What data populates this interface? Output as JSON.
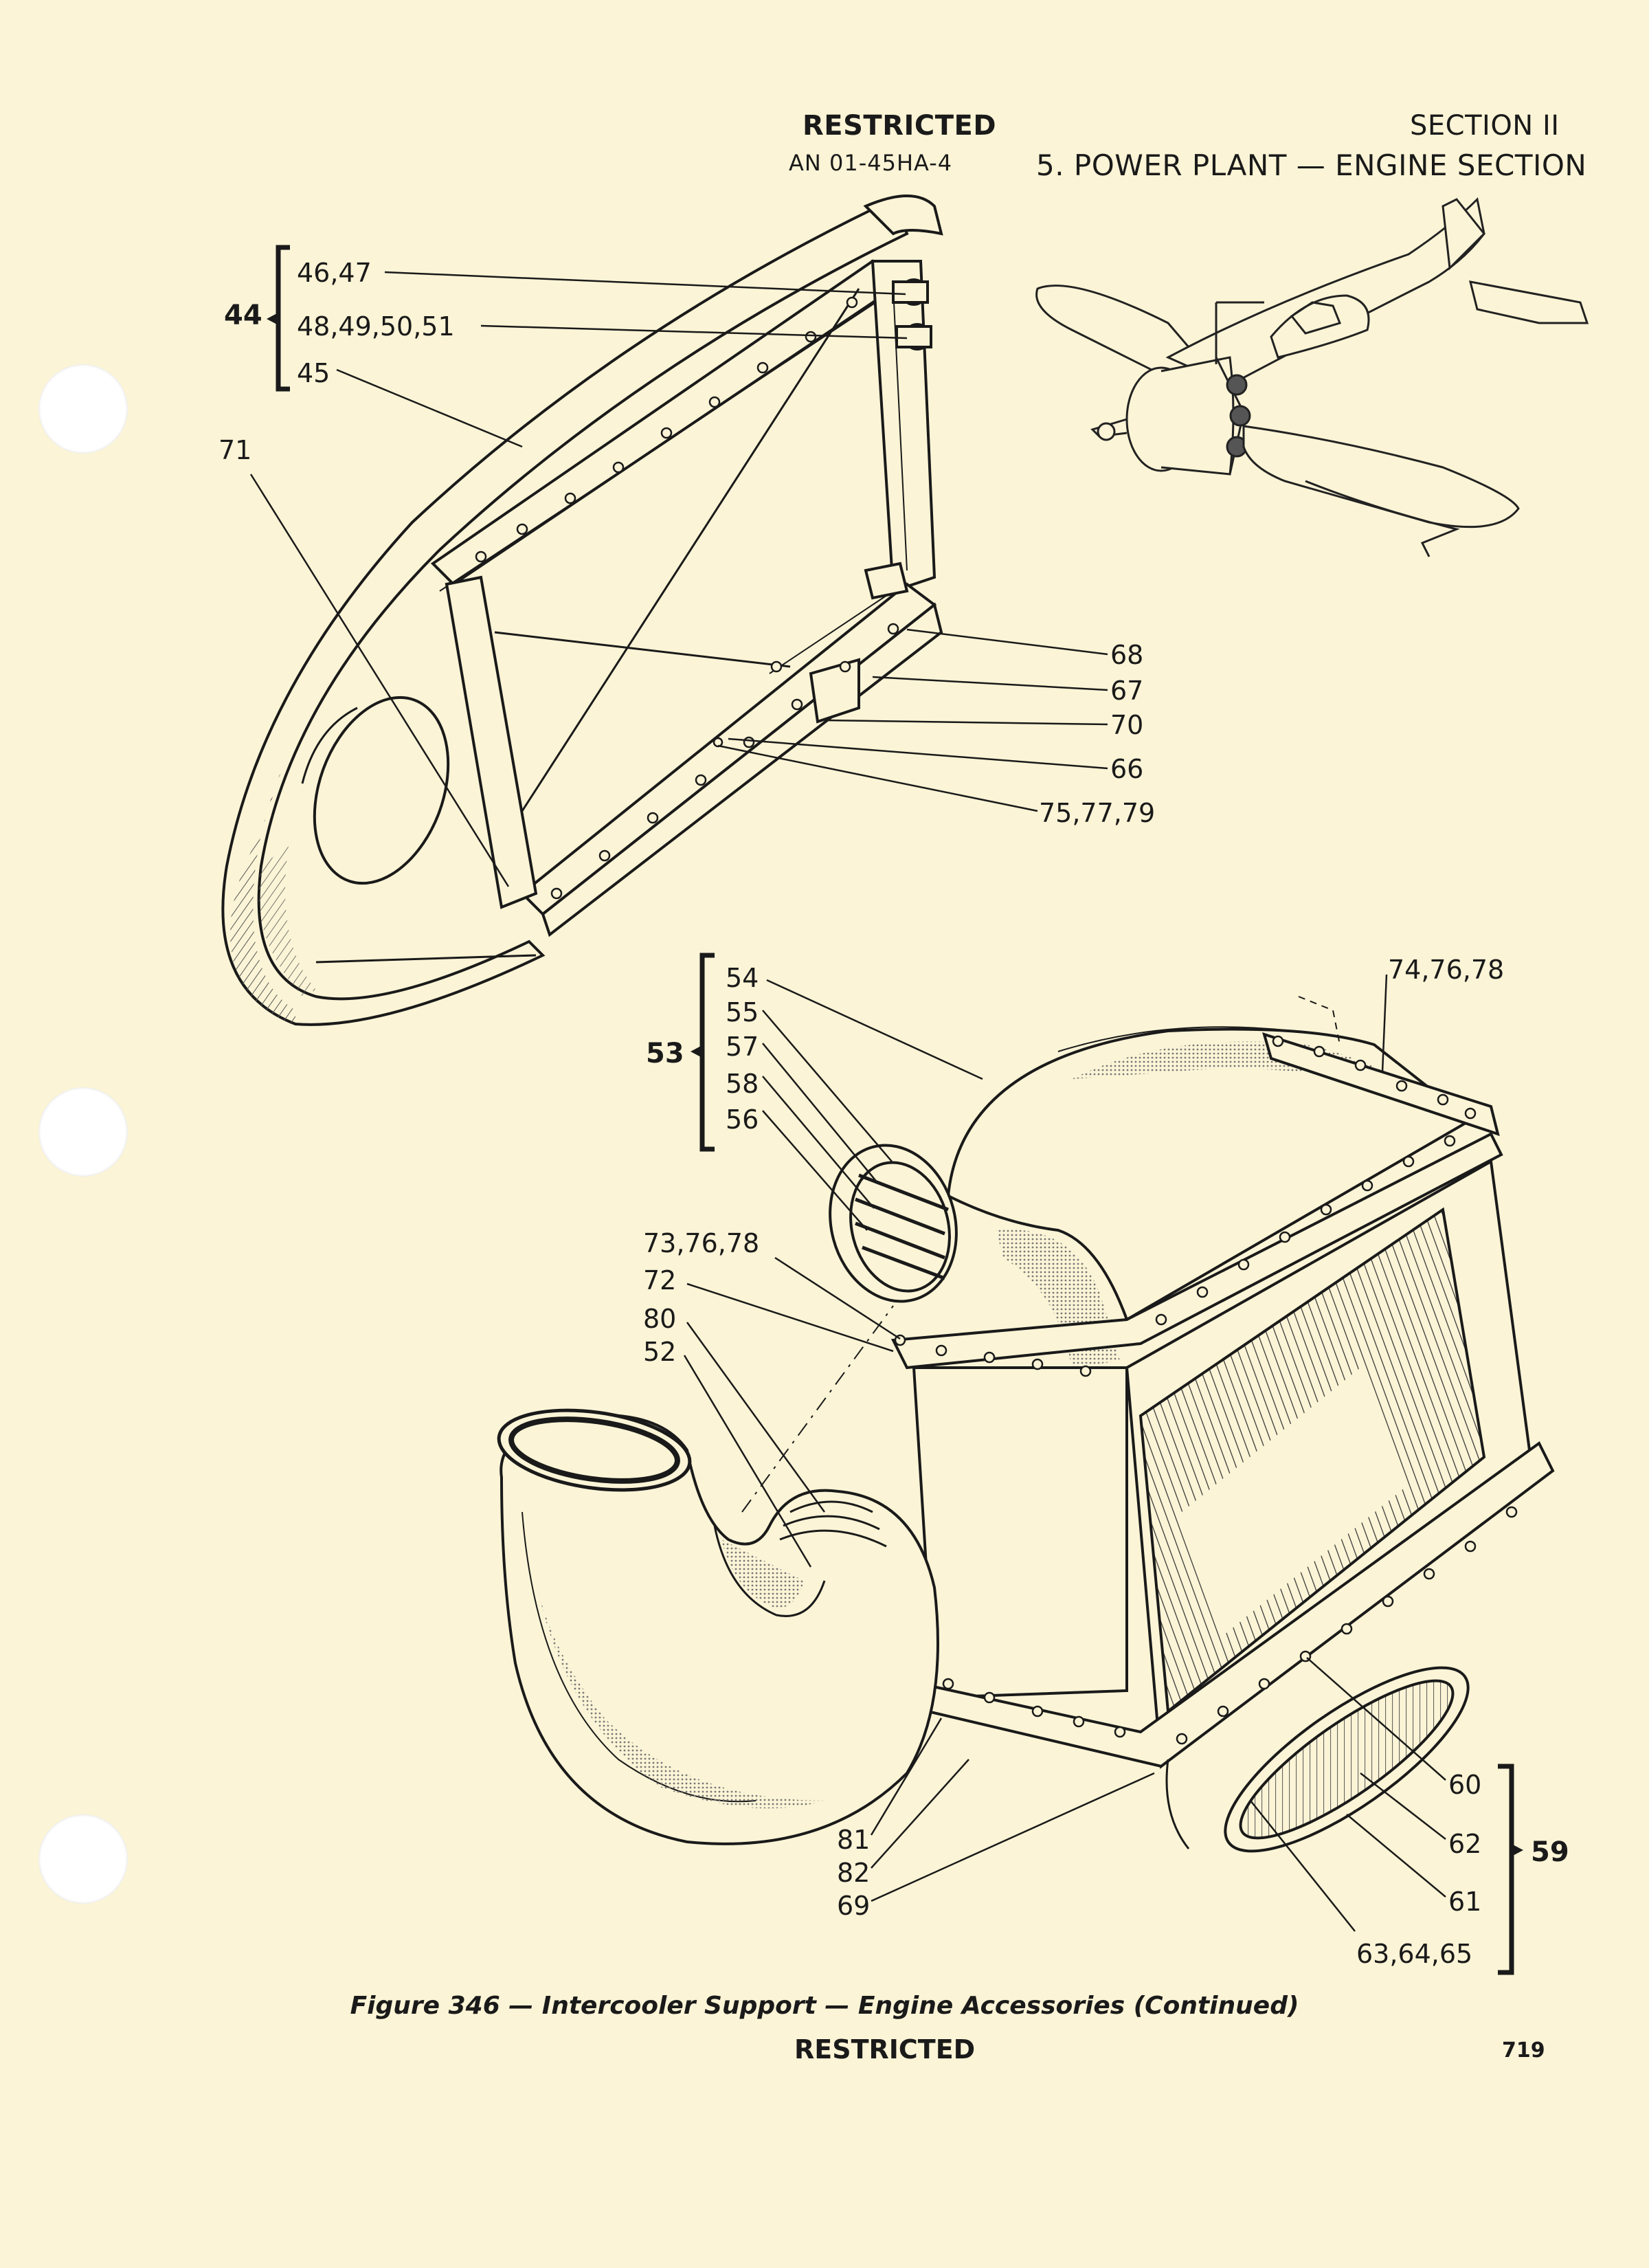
{
  "header": {
    "restricted": "RESTRICTED",
    "doc_number": "AN 01-45HA-4",
    "section": "SECTION II",
    "section_title": "5. POWER PLANT — ENGINE SECTION"
  },
  "callouts": {
    "group44": "44",
    "c46_47": "46,47",
    "c48_51": "48,49,50,51",
    "c45": "45",
    "c71": "71",
    "c68": "68",
    "c67": "67",
    "c70": "70",
    "c66": "66",
    "c75_77_79": "75,77,79",
    "group53": "53",
    "c54": "54",
    "c55": "55",
    "c57": "57",
    "c58": "58",
    "c56": "56",
    "c74_76_78": "74,76,78",
    "c73_76_78": "73,76,78",
    "c72": "72",
    "c80": "80",
    "c52": "52",
    "c81": "81",
    "c82": "82",
    "c69": "69",
    "c60": "60",
    "c62": "62",
    "c61": "61",
    "c63_64_65": "63,64,65",
    "group59": "59"
  },
  "caption": "Figure 346 — Intercooler Support — Engine Accessories (Continued)",
  "footer": "RESTRICTED",
  "page_number": "719"
}
